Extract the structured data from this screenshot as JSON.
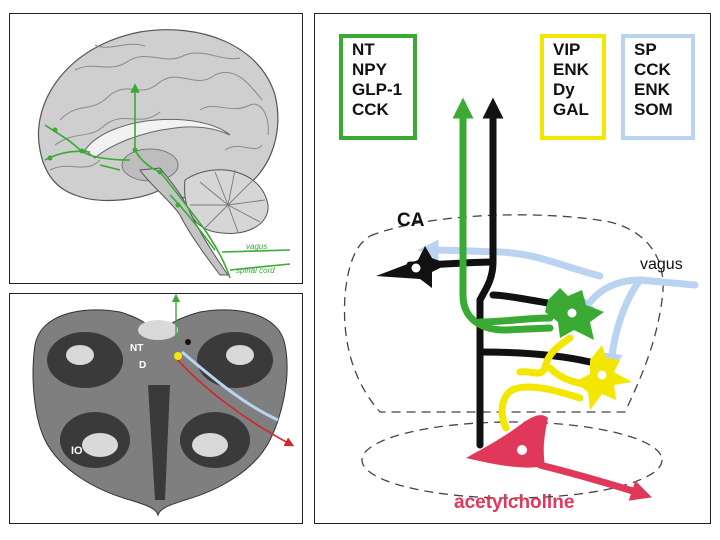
{
  "brain_panel": {
    "labels": {
      "vagus": "vagus",
      "spinal_cord": "spinal cord"
    },
    "colors": {
      "pathway": "#3aaa35"
    }
  },
  "slice_panel": {
    "labels": {
      "nt": "NT",
      "d": "D",
      "io": "IO"
    },
    "colors": {
      "red_tract": "#d8222c",
      "blue_tract": "#b9d3f0",
      "green_tract": "#3aaa35",
      "yellow_dot": "#f3e600"
    }
  },
  "circuit_panel": {
    "legend_green": [
      "NT",
      "NPY",
      "GLP-1",
      "CCK"
    ],
    "legend_yellow": [
      "VIP",
      "ENK",
      "Dy",
      "GAL"
    ],
    "legend_blue": [
      "SP",
      "CCK",
      "ENK",
      "SOM"
    ],
    "labels": {
      "ca": "CA",
      "vagus": "vagus",
      "acetylcholine": "acetylcholine"
    },
    "colors": {
      "green": "#3aaa35",
      "yellow": "#f3e600",
      "blue": "#b9d3f0",
      "red": "#e0385a",
      "black": "#111111"
    }
  }
}
